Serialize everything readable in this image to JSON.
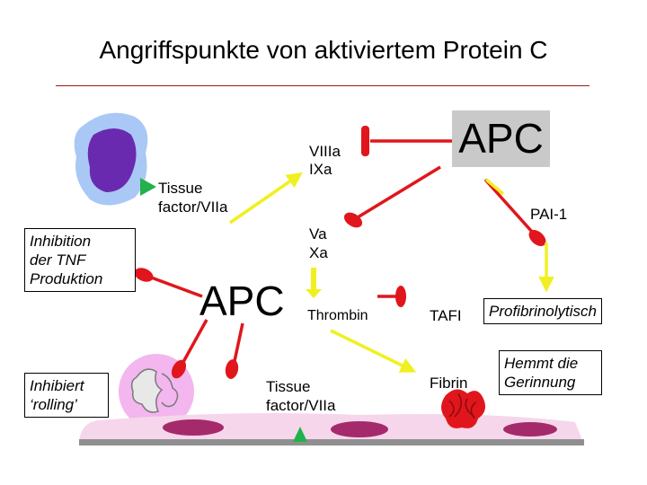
{
  "title": "Angriffspunkte von aktiviertem Protein C",
  "labels": {
    "apc_top": "APC",
    "apc_center": "APC",
    "viiia": "VIIIa",
    "ixa": "IXa",
    "va": "Va",
    "xa": "Xa",
    "tissue_factor_1": "Tissue",
    "tissue_factor_1b": "factor/VIIa",
    "tissue_factor_2": "Tissue",
    "tissue_factor_2b": "factor/VIIa",
    "thrombin": "Thrombin",
    "tafi": "TAFI",
    "pai": "PAI-1",
    "fibrin": "Fibrin",
    "profibrinolytisch": "Profibrinolytisch",
    "hemmt_1": "Hemmt die",
    "hemmt_2": "Gerinnung",
    "tnf_1": "Inhibition",
    "tnf_2": "der TNF",
    "tnf_3": "Produktion",
    "rolling_1": "Inhibiert",
    "rolling_2": "‘rolling’"
  },
  "colors": {
    "inhibit": "#e0161c",
    "activate": "#f0f020",
    "tissue_marker": "#22b14c",
    "apc_box": "#c9c9c9",
    "title_rule": "#9b1b1b"
  }
}
